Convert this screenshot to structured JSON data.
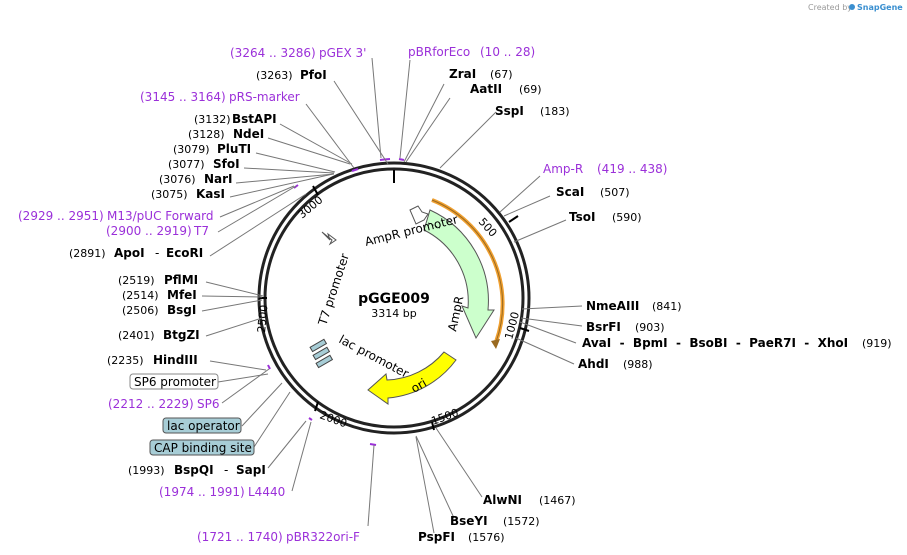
{
  "brand": {
    "created_by": "Created by",
    "app": "SnapGene"
  },
  "plasmid": {
    "name": "pGGE009",
    "size_label": "3314 bp"
  },
  "ticks": [
    "500",
    "1000",
    "1500",
    "2000",
    "2500",
    "3000"
  ],
  "features": {
    "ampr_promoter": "AmpR promoter",
    "ampr": "AmpR",
    "ori": "ori",
    "t7_promoter": "T7 promoter",
    "lac_promoter": "lac promoter"
  },
  "primers": {
    "pgex3": {
      "range": "(3264 .. 3286)",
      "name": "pGEX 3'"
    },
    "pbrforeco": {
      "name": "pBRforEco",
      "range": "(10 .. 28)"
    },
    "prs_marker": {
      "range": "(3145 .. 3164)",
      "name": "pRS-marker"
    },
    "ampr_primer": {
      "name": "Amp-R",
      "range": "(419 .. 438)"
    },
    "m13": {
      "range": "(2929 .. 2951)",
      "name": "M13/pUC Forward"
    },
    "t7": {
      "range": "(2900 .. 2919)",
      "name": "T7"
    },
    "sp6": {
      "range": "(2212 .. 2229)",
      "name": "SP6"
    },
    "l4440": {
      "range": "(1974 .. 1991)",
      "name": "L4440"
    },
    "pbr322": {
      "range": "(1721 .. 1740)",
      "name": "pBR322ori-F"
    }
  },
  "sites": {
    "pfoi": {
      "pos": "(3263)",
      "name": "PfoI"
    },
    "zrai": {
      "name": "ZraI",
      "pos": "(67)"
    },
    "aatii": {
      "name": "AatII",
      "pos": "(69)"
    },
    "sspi": {
      "name": "SspI",
      "pos": "(183)"
    },
    "bstapi": {
      "pos": "(3132)",
      "name": "BstAPI"
    },
    "ndei": {
      "pos": "(3128)",
      "name": "NdeI"
    },
    "pluti": {
      "pos": "(3079)",
      "name": "PluTI"
    },
    "sfoi": {
      "pos": "(3077)",
      "name": "SfoI"
    },
    "nari": {
      "pos": "(3076)",
      "name": "NarI"
    },
    "kasi": {
      "pos": "(3075)",
      "name": "KasI"
    },
    "scai": {
      "name": "ScaI",
      "pos": "(507)"
    },
    "tsoi": {
      "name": "TsoI",
      "pos": "(590)"
    },
    "apoi_ecori": {
      "pos": "(2891)",
      "name1": "ApoI",
      "sep": "-",
      "name2": "EcoRI"
    },
    "pflmi": {
      "pos": "(2519)",
      "name": "PflMI"
    },
    "mfei": {
      "pos": "(2514)",
      "name": "MfeI"
    },
    "bsgi": {
      "pos": "(2506)",
      "name": "BsgI"
    },
    "btgzi": {
      "pos": "(2401)",
      "name": "BtgZI"
    },
    "hindiii": {
      "pos": "(2235)",
      "name": "HindIII"
    },
    "nmeaiii": {
      "name": "NmeAIII",
      "pos": "(841)"
    },
    "bsrfi": {
      "name": "BsrFI",
      "pos": "(903)"
    },
    "multi919": {
      "names": "AvaI  -  BpmI  -  BsoBI  -  PaeR7I  -  XhoI",
      "pos": "(919)"
    },
    "ahdi": {
      "name": "AhdI",
      "pos": "(988)"
    },
    "alwni": {
      "name": "AlwNI",
      "pos": "(1467)"
    },
    "bseyi": {
      "name": "BseYI",
      "pos": "(1572)"
    },
    "pspfi": {
      "name": "PspFI",
      "pos": "(1576)"
    },
    "bspqi_sapi": {
      "pos": "(1993)",
      "name1": "BspQI",
      "sep": "-",
      "name2": "SapI"
    }
  },
  "boxes": {
    "sp6_promoter": "SP6 promoter",
    "lac_operator": "lac operator",
    "cap_site": "CAP binding site"
  },
  "colors": {
    "ampr_fill": "#ccffcc",
    "ori_fill": "#ffff00",
    "primer": "#9b30d9",
    "orange_arc": "#f0a030",
    "box_fill": "#a7cdd6"
  }
}
